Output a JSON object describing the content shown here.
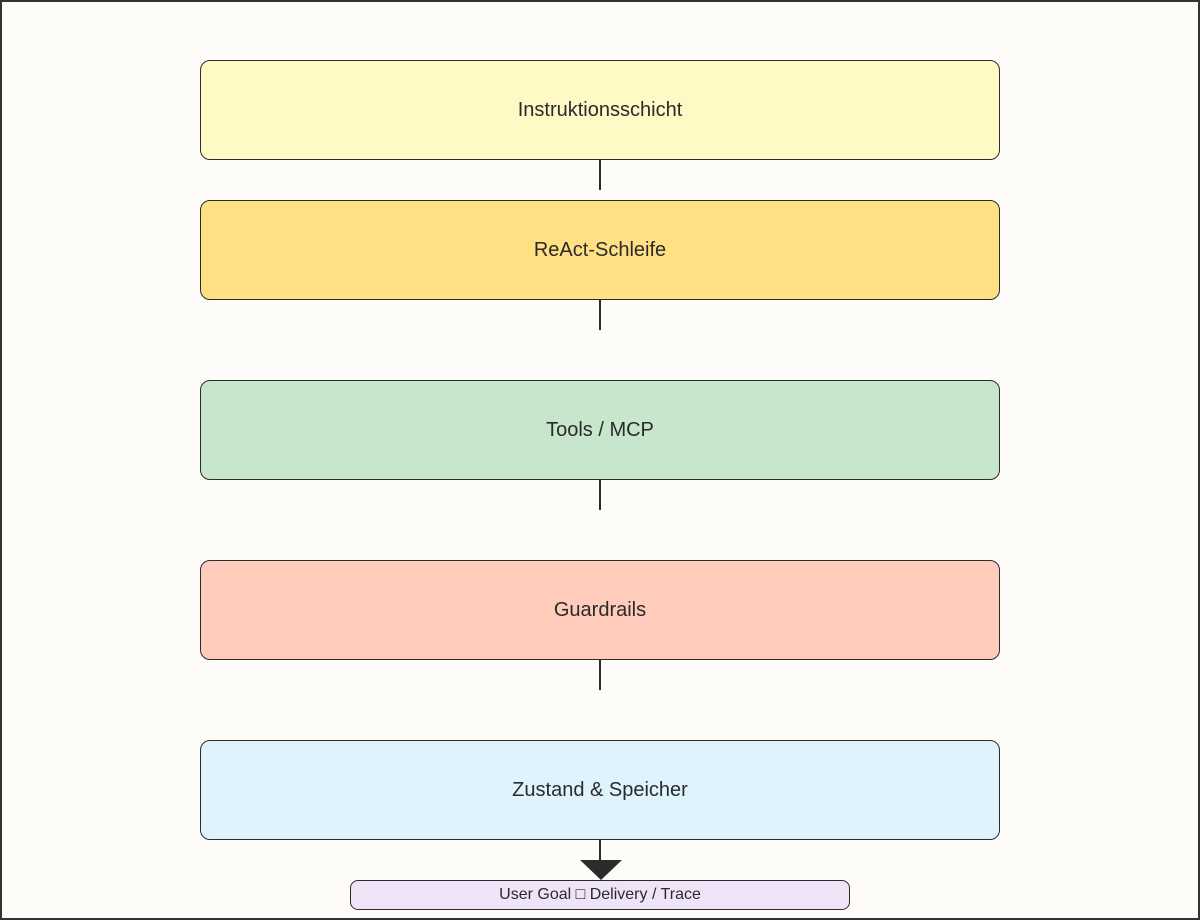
{
  "diagram": {
    "layers": [
      {
        "label": "Instruktionsschicht",
        "color": "#fff9c6"
      },
      {
        "label": "ReAct-Schleife",
        "color": "#ffe083"
      },
      {
        "label": "Tools / MCP",
        "color": "#c8e6cc"
      },
      {
        "label": "Guardrails",
        "color": "#ffcbbb"
      },
      {
        "label": "Zustand & Speicher",
        "color": "#dff3fd"
      }
    ],
    "footer": {
      "label": "User Goal □ Delivery / Trace",
      "color": "#efe3f7"
    },
    "border_color": "#2b2b2b",
    "background_color": "#fdfcf8"
  }
}
